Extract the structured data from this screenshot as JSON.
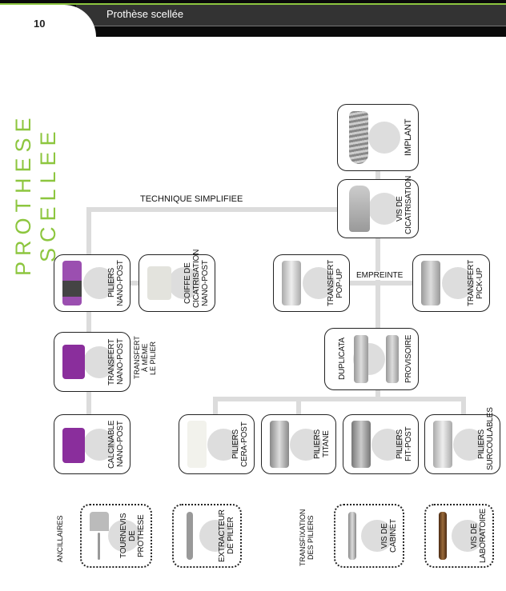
{
  "header": {
    "page_number": "10",
    "title": "Prothèse scellée"
  },
  "side_title": "PROTHESE SCELLEE",
  "labels": {
    "technique": "TECHNIQUE SIMPLIFIEE",
    "empreinte": "EMPREINTE",
    "transfert_meme": "TRANSFERT\nÀ MÊME\nLE PILIER",
    "ancillaires": "ANCILLAIRES",
    "transfixation": "TRANSFIXATION\nDES PILIERS"
  },
  "items": {
    "implant": "IMPLANT",
    "vis_cicatrisation": "VIS DE\nCICATRISATION",
    "piliers_nano": "PILIERS\nNANO-POST",
    "coiffe": "COIFFE DE\nCICATRISATION\nNANO-POST",
    "transfert_popup": "TRANSFERT\nPOP-UP",
    "transfert_pickup": "TRANSFERT\nPICK-UP",
    "transfert_nano": "TRANSFERT\nNANO-POST",
    "duplicata": "DUPLICATA",
    "provisoire": "PROVISOIRE",
    "calcinable": "CALCINABLE\nNANO-POST",
    "cera_post": "PILIERS\nCERA-POST",
    "titane": "PILIERS\nTITANE",
    "fit_post": "PILIERS\nFIT-POST",
    "surcoulables": "PILIERS\nSURCOULABLES",
    "tournevis": "TOURNEVIS\nDE PROTHESE",
    "extracteur": "EXTRACTEUR\nDE PILIER",
    "vis_cabinet": "VIS DE\nCABINET",
    "vis_labo": "VIS DE\nLABORATOIRE"
  },
  "colors": {
    "accent": "#8dc63f",
    "purple": "#7b2d8e"
  }
}
